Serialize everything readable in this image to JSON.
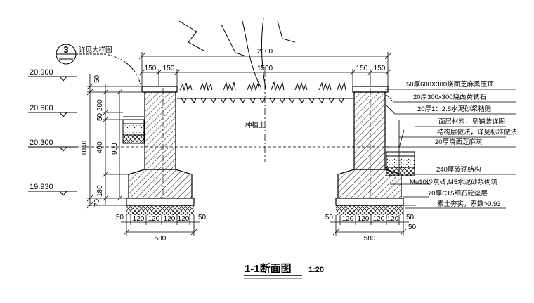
{
  "drawing": {
    "title": "1-1断面图",
    "scale": "1:20",
    "detail_ref": {
      "number": "3",
      "note": "详见大样图"
    },
    "center_label": "种植土",
    "levels": [
      "20.900",
      "20.600",
      "20.300",
      "19.930"
    ],
    "top_dims": {
      "overall": "2100",
      "inner": "1500",
      "left_a": "150",
      "left_b": "150",
      "right_a": "150",
      "right_b": "150"
    },
    "vertical_dims": {
      "outer": [
        "50",
        "1040",
        "70"
      ],
      "inner": [
        "200",
        "50",
        "490",
        "180"
      ],
      "total": "900"
    },
    "bottom_dims": {
      "left_edge": "50",
      "right_edge": "50",
      "segments": [
        "120",
        "120",
        "120",
        "120"
      ],
      "total": "580",
      "right_vertical": "50"
    },
    "notes": [
      "50厚600X300烧面芝麻黑压顶",
      "20厚300x300烧面黄锈石",
      "20厚1：2.5水泥砂浆粘贴",
      "面层材料，见铺装详图",
      "结构层做法，详见标准做法",
      "20厚烧面芝麻灰",
      "240厚砖砌结构",
      "Mu10砂灰砖,M5水泥砂浆砌筑",
      "70厚C15细石砼垫层",
      "素土夯实，系数>0.93"
    ]
  }
}
